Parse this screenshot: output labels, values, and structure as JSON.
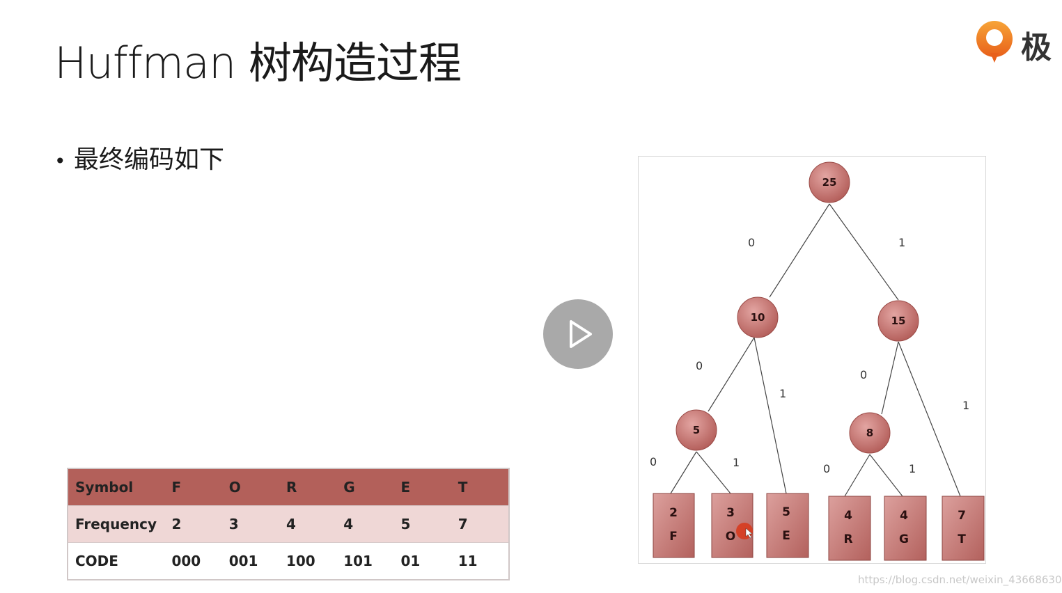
{
  "slide": {
    "title": "Huffman 树构造过程",
    "bullet": "最终编码如下"
  },
  "logo": {
    "text": "极",
    "color": "#f28a1c"
  },
  "player": {
    "play_icon": "play-icon"
  },
  "table": {
    "rows": [
      [
        "Symbol",
        "F",
        "O",
        "R",
        "G",
        "E",
        "T"
      ],
      [
        "Frequency",
        "2",
        "3",
        "4",
        "4",
        "5",
        "7"
      ],
      [
        "CODE",
        "000",
        "001",
        "100",
        "101",
        "01",
        "11"
      ]
    ],
    "header_color": "#b3605a",
    "band_color": "#efd7d6"
  },
  "tree": {
    "node_color": "#c06f6c",
    "internal_nodes": {
      "root": "25",
      "left": "10",
      "right": "15",
      "left_left": "5",
      "right_left": "8"
    },
    "leaves": [
      {
        "value": "2",
        "symbol": "F"
      },
      {
        "value": "3",
        "symbol": "O"
      },
      {
        "value": "5",
        "symbol": "E"
      },
      {
        "value": "4",
        "symbol": "R"
      },
      {
        "value": "4",
        "symbol": "G"
      },
      {
        "value": "7",
        "symbol": "T"
      }
    ],
    "edge_labels": {
      "root_left": "0",
      "root_right": "1",
      "ten_left": "0",
      "ten_right": "1",
      "fifteen_left": "0",
      "fifteen_right": "1",
      "five_left": "0",
      "five_right": "1",
      "eight_left": "0",
      "eight_right": "1"
    }
  },
  "watermark": "https://blog.csdn.net/weixin_43668630"
}
